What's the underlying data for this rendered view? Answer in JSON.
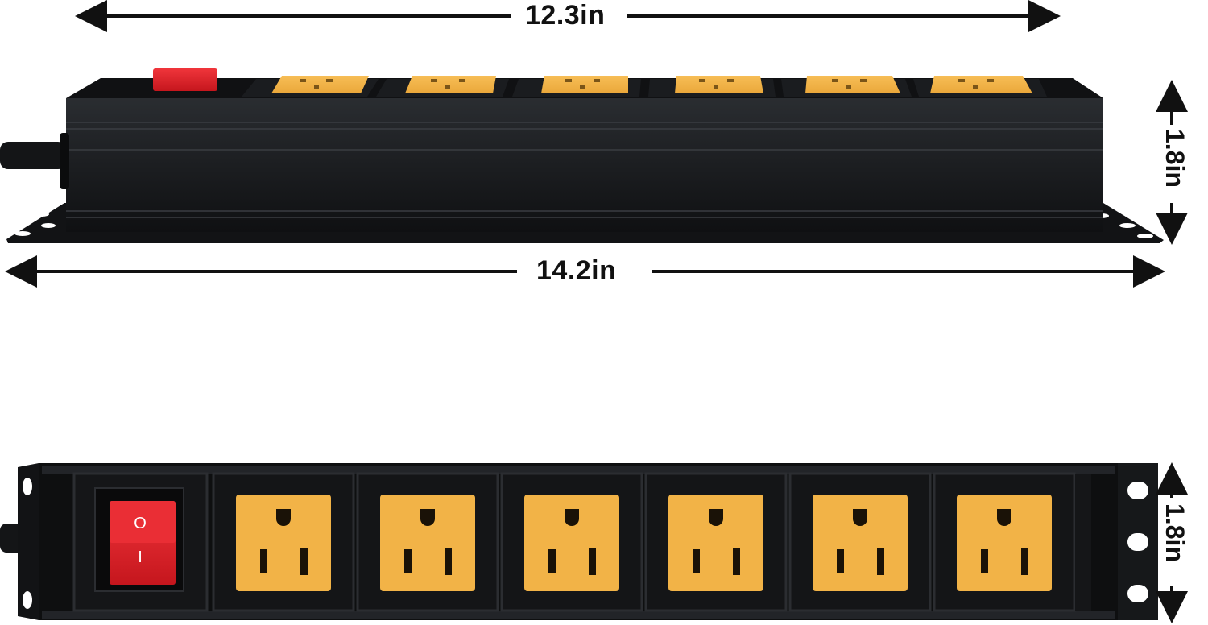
{
  "dimensions": {
    "top_length": "12.3in",
    "bottom_length": "14.2in",
    "side_height": "1.8in",
    "front_height": "1.8in"
  },
  "product": {
    "outlet_count": 6,
    "body_color": "#17191c",
    "outlet_color": "#f2b347",
    "switch_color": "#e32229",
    "switch_on_symbol": "O",
    "switch_off_symbol": "I"
  }
}
